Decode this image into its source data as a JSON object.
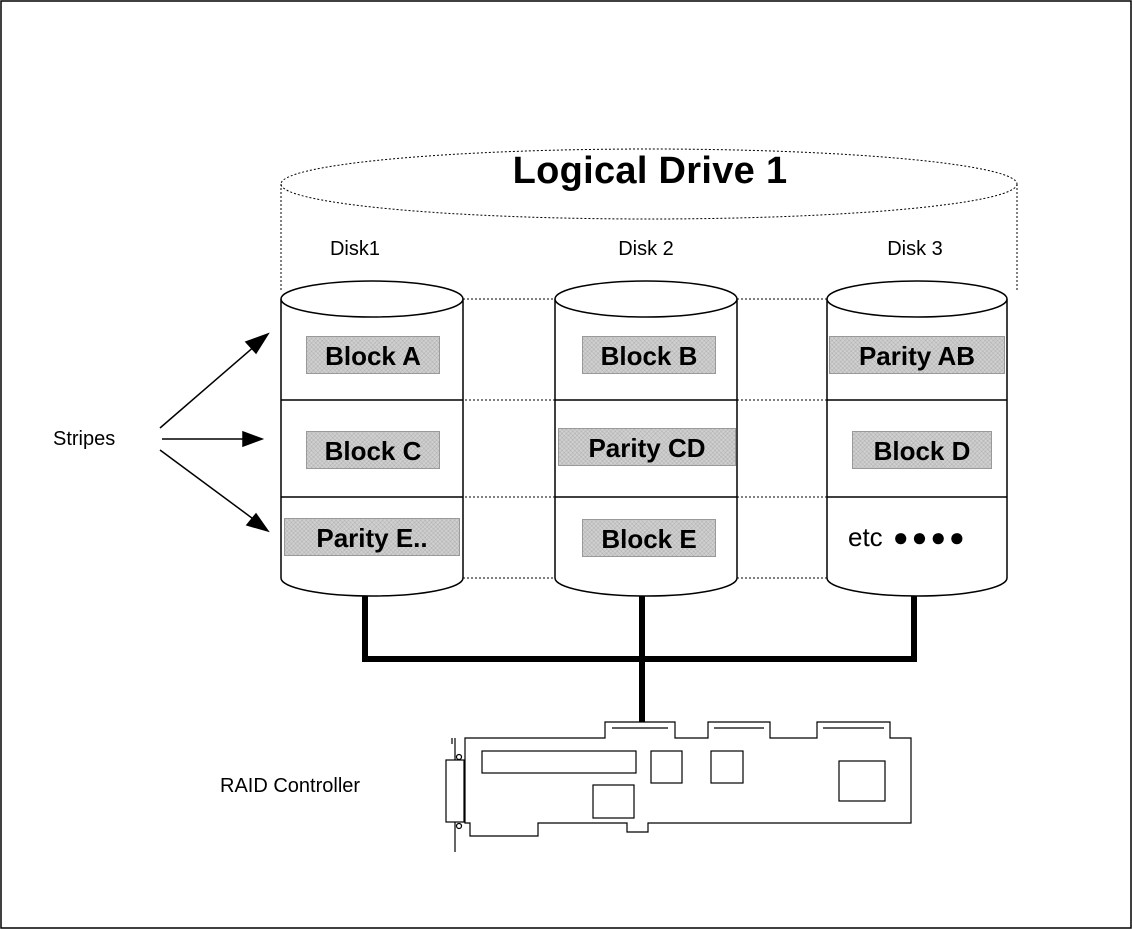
{
  "title": "Logical Drive 1",
  "disks": [
    {
      "name": "Disk1",
      "blocks": [
        "Block A",
        "Block C",
        "Parity E.."
      ]
    },
    {
      "name": "Disk 2",
      "blocks": [
        "Block B",
        "Parity CD",
        "Block E"
      ]
    },
    {
      "name": "Disk 3",
      "blocks": [
        "Parity AB",
        "Block D"
      ]
    }
  ],
  "etc_label": "etc",
  "stripes_label": "Stripes",
  "controller_label": "RAID Controller"
}
